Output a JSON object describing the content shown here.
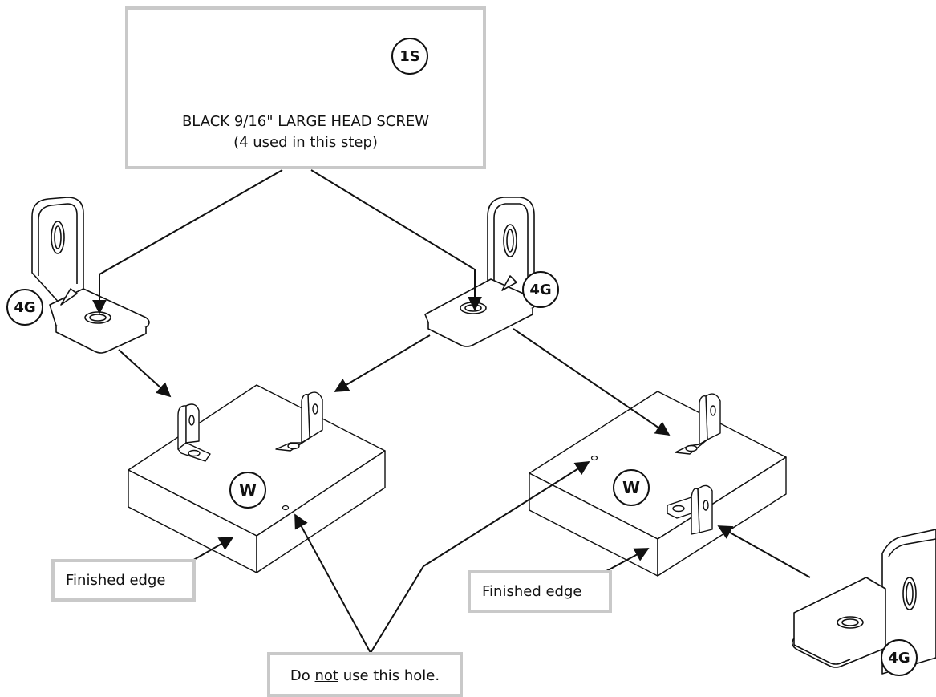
{
  "hardware": {
    "part_id": "1S",
    "name": "BLACK 9/16\" LARGE HEAD SCREW",
    "quantity_note": "(4 used in this step)"
  },
  "parts": {
    "bracket_id": "4G",
    "board_id": "W"
  },
  "callouts": {
    "finished_edge": "Finished edge",
    "do_not_use_prefix": "Do ",
    "do_not_use_emphasis": "not",
    "do_not_use_suffix": " use this hole."
  },
  "colors": {
    "line": "#111111",
    "box_border": "#c9c9c9",
    "bracket_fill": "#ffffff"
  }
}
